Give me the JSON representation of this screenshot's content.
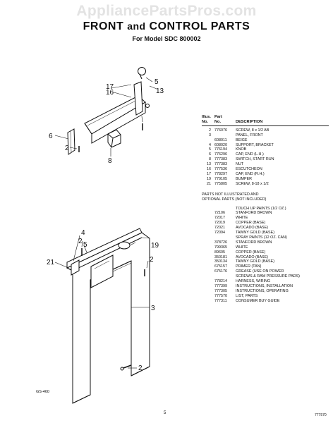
{
  "watermark": "AppliancePartsPros.com",
  "header": {
    "title_a": "FRONT",
    "title_and": "and",
    "title_b": "CONTROL PARTS",
    "subtitle": "For Model SDC 800002"
  },
  "parts_table": {
    "col_illus": "Illus.\nNo.",
    "col_illus_1": "Illus.",
    "col_illus_2": "No.",
    "col_part_1": "Part",
    "col_part_2": "No.",
    "col_desc": "DESCRIPTION",
    "rows": [
      {
        "ill": "2",
        "pn": "776076",
        "desc": "SCREW, 8 x 1/2 AB"
      },
      {
        "ill": "3",
        "pn": "",
        "desc": "PANEL, FRONT"
      },
      {
        "ill": "",
        "pn": "608011",
        "desc": "BEIGE"
      },
      {
        "ill": "4",
        "pn": "608020",
        "desc": "SUPPORT, BRACKET"
      },
      {
        "ill": "5",
        "pn": "776194",
        "desc": "KNOB"
      },
      {
        "ill": "6",
        "pn": "776296",
        "desc": "CAP, END (L.H.)"
      },
      {
        "ill": "8",
        "pn": "777383",
        "desc": "SWITCH, START RUN"
      },
      {
        "ill": "13",
        "pn": "777383",
        "desc": "NUT"
      },
      {
        "ill": "16",
        "pn": "777536",
        "desc": "ESCUTCHEON"
      },
      {
        "ill": "17",
        "pn": "778297",
        "desc": "CAP, END (R.H.)"
      },
      {
        "ill": "19",
        "pn": "779105",
        "desc": "BUMPER"
      },
      {
        "ill": "21",
        "pn": "775805",
        "desc": "SCREW, 8-18 x 1/2"
      }
    ],
    "not_shown_1": "PARTS NOT ILLUSTRATED AND",
    "not_shown_2": "OPTIONAL PARTS (NOT INCLUDED)",
    "rows2": [
      {
        "ill": "",
        "pn": "",
        "desc": "TOUCH UP PAINTS (1/2 OZ.)"
      },
      {
        "ill": "",
        "pn": "72106",
        "desc": "STANFORD BROWN"
      },
      {
        "ill": "",
        "pn": "72017",
        "desc": "WHITE"
      },
      {
        "ill": "",
        "pn": "72019",
        "desc": "COPPER (BASE)"
      },
      {
        "ill": "",
        "pn": "72021",
        "desc": "AVOCADO (BASE)"
      },
      {
        "ill": "",
        "pn": "72094",
        "desc": "TAWNY GOLD (BASE)"
      },
      {
        "ill": "",
        "pn": "",
        "desc": "SPRAY PAINTS (12 OZ. CAN)"
      },
      {
        "ill": "",
        "pn": "378726",
        "desc": "STANFORD BROWN"
      },
      {
        "ill": "",
        "pn": "799365",
        "desc": "WHITE"
      },
      {
        "ill": "",
        "pn": "89605",
        "desc": "COPPER (BASE)"
      },
      {
        "ill": "",
        "pn": "350181",
        "desc": "AVOCADO (BASE)"
      },
      {
        "ill": "",
        "pn": "350134",
        "desc": "TAWNY GOLD (BASE)"
      },
      {
        "ill": "",
        "pn": "675157",
        "desc": "PRIMER (TAN)"
      },
      {
        "ill": "",
        "pn": "675176",
        "desc": "GREASE (USE ON POWER"
      },
      {
        "ill": "",
        "pn": "",
        "desc": "SCREWS & RAM PRESSURE PADS)"
      },
      {
        "ill": "",
        "pn": "778214",
        "desc": "HARNESS, WIRING"
      },
      {
        "ill": "",
        "pn": "777399",
        "desc": "INSTRUCTIONS, INSTALLATION"
      },
      {
        "ill": "",
        "pn": "777305",
        "desc": "INSTRUCTIONS, OPERATING"
      },
      {
        "ill": "",
        "pn": "777570",
        "desc": "LIST, PARTS"
      },
      {
        "ill": "",
        "pn": "777311",
        "desc": "CONSUMER BUY GUIDE"
      }
    ]
  },
  "callouts": {
    "c17": "17",
    "c16": "16",
    "c5a": "5",
    "c13": "13",
    "c6": "6",
    "c2a": "2",
    "c8": "8",
    "c4": "4",
    "c2b": "2",
    "c5b": "5",
    "c21": "21",
    "c19": "19",
    "c2c": "2",
    "c3": "3",
    "c2d": "2"
  },
  "footer": {
    "drawing_code": "GS-460",
    "page_number": "5",
    "doc_number": "777570"
  }
}
